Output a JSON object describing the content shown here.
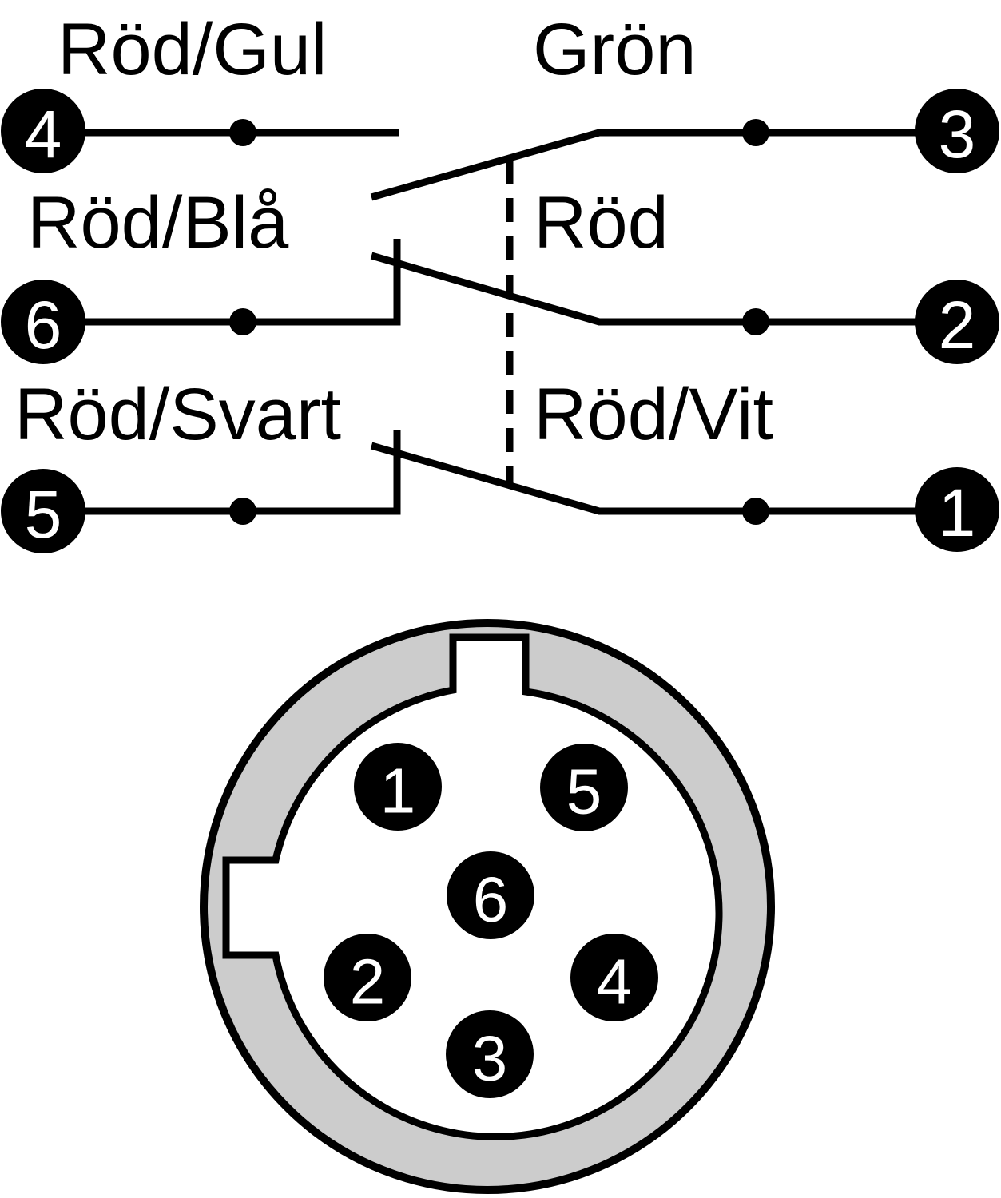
{
  "colors": {
    "ink": "#000000",
    "paper": "#ffffff",
    "housing": "#cccccc"
  },
  "wire_labels": {
    "upper_left": "Röd/Gul",
    "upper_right": "Grön",
    "middle_left": "Röd/Blå",
    "middle_right": "Röd",
    "lower_left": "Röd/Svart",
    "lower_right": "Röd/Vit"
  },
  "terminals": {
    "upper_left": "4",
    "upper_right": "3",
    "middle_left": "6",
    "middle_right": "2",
    "lower_left": "5",
    "lower_right": "1"
  },
  "connector": {
    "pins": {
      "top_left": "1",
      "top_right": "5",
      "center": "6",
      "lower_left": "2",
      "lower_right": "4",
      "bottom": "3"
    }
  }
}
